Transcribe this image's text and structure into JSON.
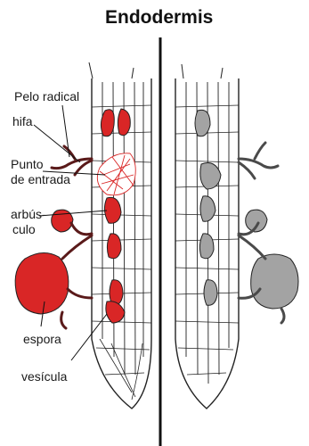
{
  "title": "Endodermis",
  "labels": {
    "pelo_radical": "Pelo radical",
    "hifa": "hifa",
    "punto_line1": "Punto",
    "punto_line2": "de entrada",
    "arbusculo_line1": "arbús-",
    "arbusculo_line2": "culo",
    "espora": "espora",
    "vesicula": "vesícula"
  },
  "colors": {
    "fungus_highlight": "#d92626",
    "fungus_gray": "#a3a3a3",
    "outline": "#222222"
  }
}
